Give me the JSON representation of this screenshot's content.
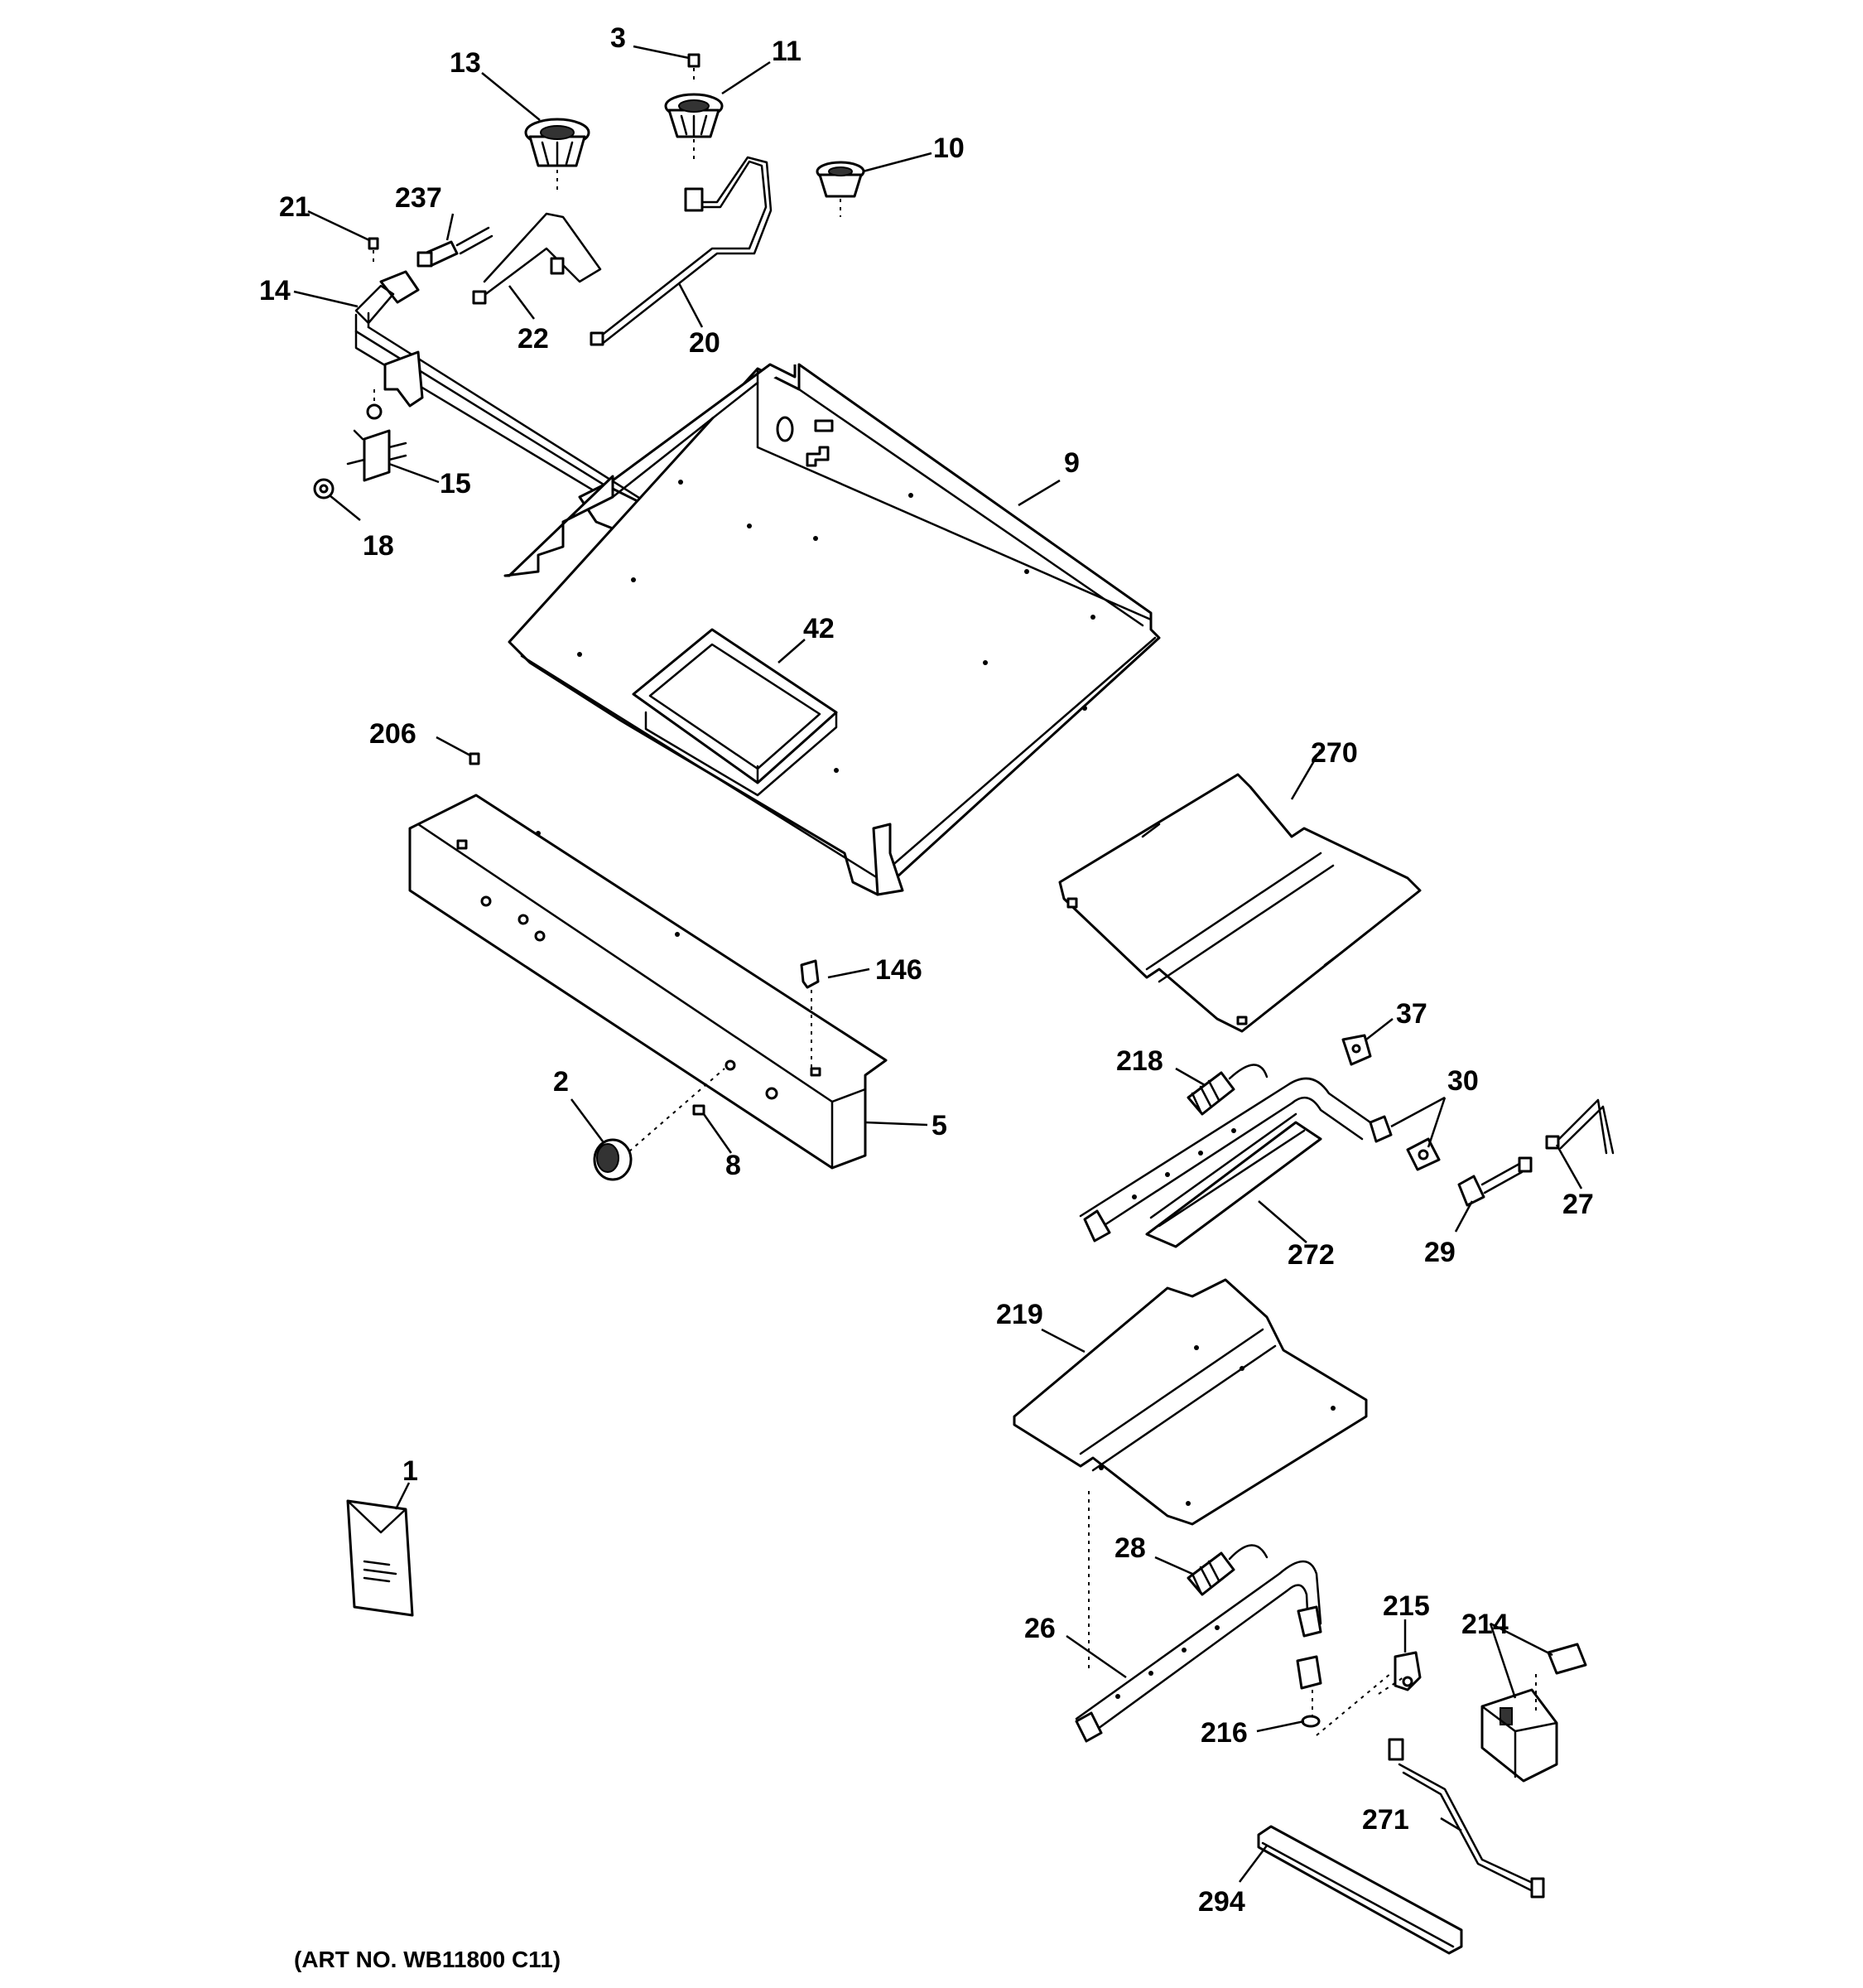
{
  "art_number": "(ART NO. WB11800 C11)",
  "callouts": {
    "c1": "1",
    "c2": "2",
    "c3": "3",
    "c5": "5",
    "c8": "8",
    "c9": "9",
    "c10": "10",
    "c11": "11",
    "c13": "13",
    "c14": "14",
    "c15": "15",
    "c18": "18",
    "c20": "20",
    "c21": "21",
    "c22": "22",
    "c26": "26",
    "c27": "27",
    "c28": "28",
    "c29": "29",
    "c30": "30",
    "c37": "37",
    "c42": "42",
    "c146": "146",
    "c206": "206",
    "c214": "214",
    "c215": "215",
    "c216": "216",
    "c218": "218",
    "c219": "219",
    "c237": "237",
    "c270": "270",
    "c271": "271",
    "c272": "272",
    "c294": "294"
  }
}
